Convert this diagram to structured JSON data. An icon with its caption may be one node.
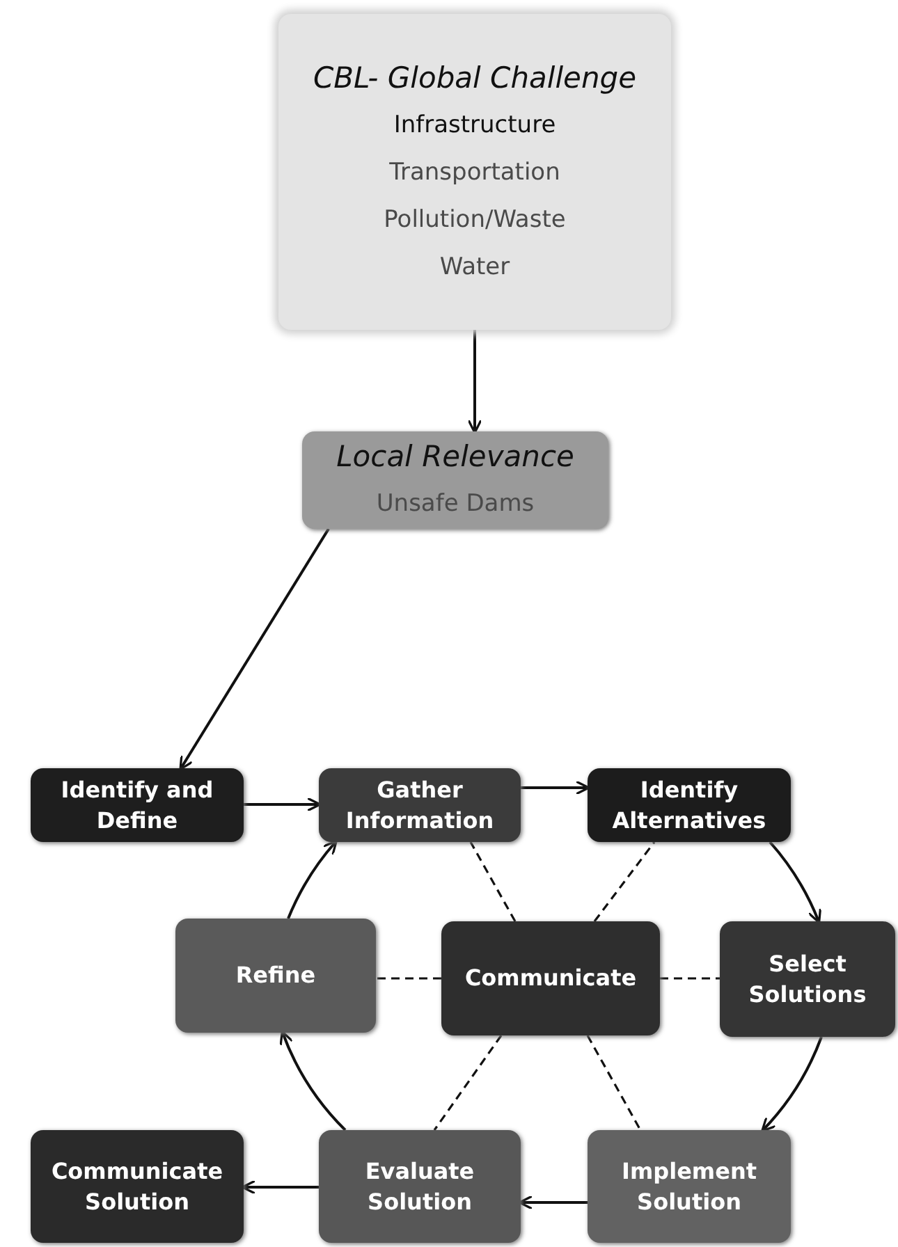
{
  "diagram": {
    "nodes": [
      {
        "text": [
          "CBL- Global Challenge",
          "Infrastructure",
          "Transportation",
          "Pollution/Waste",
          "Water"
        ]
      },
      {
        "text": [
          "Local Relevance",
          "Unsafe Dams"
        ]
      },
      {
        "text": [
          "Identify and Define"
        ]
      },
      {
        "text": [
          "Gather Information"
        ]
      },
      {
        "text": [
          "Identify Alternatives"
        ]
      },
      {
        "text": [
          "Refine"
        ]
      },
      {
        "text": [
          "Communicate"
        ]
      },
      {
        "text": [
          "Select Solutions"
        ]
      },
      {
        "text": [
          "Communicate Solution"
        ]
      },
      {
        "text": [
          "Evaluate Solution"
        ]
      },
      {
        "text": [
          "Implement Solution"
        ]
      }
    ],
    "edges": [
      {
        "from": 0,
        "to": 1,
        "arrow": "to"
      },
      {
        "from": 1,
        "to": 2,
        "arrow": "to"
      },
      {
        "from": 2,
        "to": 3,
        "arrow": "to"
      },
      {
        "from": 3,
        "to": 4,
        "arrow": "to"
      },
      {
        "from": 4,
        "to": 7,
        "arrow": "to"
      },
      {
        "from": 7,
        "to": 10,
        "arrow": "to"
      },
      {
        "from": 10,
        "to": 9,
        "arrow": "to"
      },
      {
        "from": 9,
        "to": 8,
        "arrow": "to"
      },
      {
        "from": 9,
        "to": 5,
        "arrow": "to"
      },
      {
        "from": 5,
        "to": 3,
        "arrow": "to"
      },
      {
        "from": 6,
        "to": 3,
        "arrow": "none",
        "style": "dashed"
      },
      {
        "from": 6,
        "to": 4,
        "arrow": "none",
        "style": "dashed"
      },
      {
        "from": 6,
        "to": 5,
        "arrow": "none",
        "style": "dashed"
      },
      {
        "from": 6,
        "to": 7,
        "arrow": "none",
        "style": "dashed"
      },
      {
        "from": 6,
        "to": 9,
        "arrow": "none",
        "style": "dashed"
      },
      {
        "from": 6,
        "to": 10,
        "arrow": "none",
        "style": "dashed"
      }
    ]
  }
}
